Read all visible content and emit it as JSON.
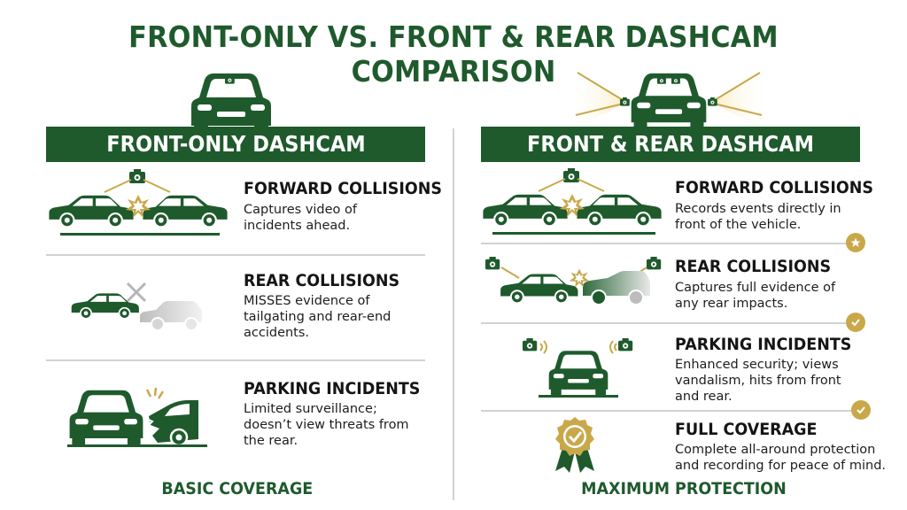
{
  "title": "FRONT-ONLY VS. FRONT & REAR DASHCAM COMPARISON",
  "colors": {
    "primary_green": "#1f5a2d",
    "gold": "#c9a84a",
    "light_gray": "#cfcfcf",
    "divider": "#d2d2d2"
  },
  "left": {
    "header": "FRONT-ONLY DASHCAM",
    "footer": "BASIC COVERAGE",
    "items": [
      {
        "title": "FORWARD COLLISIONS",
        "lines": [
          "Captures video of",
          "incidents ahead."
        ],
        "icon": "forward-collision-icon"
      },
      {
        "title": "REAR COLLISIONS",
        "lines": [
          "MISSES evidence of",
          "tailgating and rear-end",
          "accidents."
        ],
        "icon": "rear-collision-missed-icon"
      },
      {
        "title": "PARKING INCIDENTS",
        "lines": [
          "Limited surveillance;",
          "doesn’t view threats from",
          "the rear."
        ],
        "icon": "parking-damage-icon"
      }
    ]
  },
  "right": {
    "header": "FRONT & REAR DASHCAM",
    "footer": "MAXIMUM PROTECTION",
    "items": [
      {
        "title": "FORWARD COLLISIONS",
        "lines": [
          "Records events directly in",
          "front of the vehicle."
        ],
        "icon": "forward-collision-icon",
        "badge": "star-icon"
      },
      {
        "title": "REAR COLLISIONS",
        "lines": [
          "Captures full evidence of",
          "any rear impacts."
        ],
        "icon": "rear-collision-recorded-icon",
        "badge": "check-icon"
      },
      {
        "title": "PARKING INCIDENTS",
        "lines": [
          "Enhanced security; views",
          "vandalism, hits from front",
          "and rear."
        ],
        "icon": "parked-car-dual-camera-icon",
        "badge": "check-icon"
      },
      {
        "title": "FULL COVERAGE",
        "lines": [
          "Complete all-around protection",
          "and recording for peace of mind."
        ],
        "icon": "award-medal-icon"
      }
    ]
  }
}
